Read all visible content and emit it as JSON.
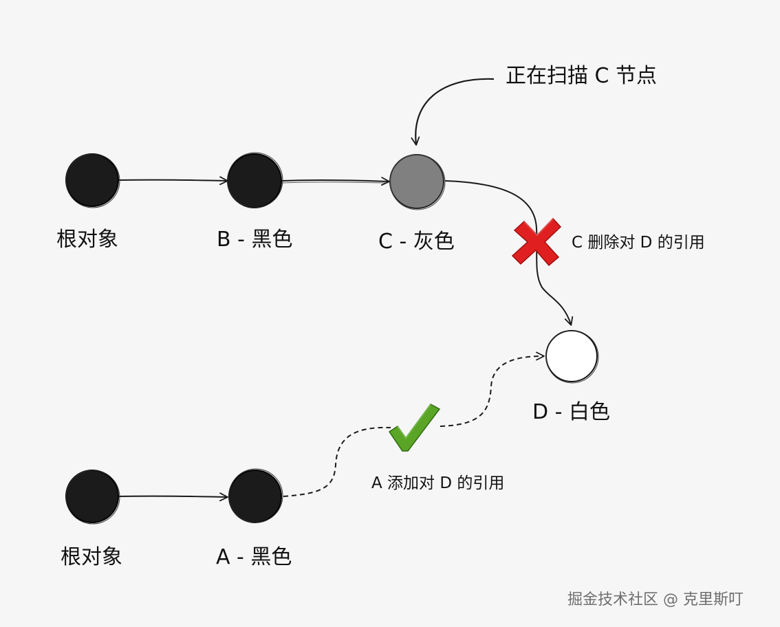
{
  "diagram": {
    "nodes": {
      "root1": {
        "label": "根对象",
        "color": "#1b1b1b"
      },
      "b": {
        "label": "B - 黑色",
        "color": "#1b1b1b"
      },
      "c": {
        "label": "C - 灰色",
        "color": "#808080"
      },
      "d": {
        "label": "D - 白色",
        "color": "#ffffff"
      },
      "root2": {
        "label": "根对象",
        "color": "#1b1b1b"
      },
      "a": {
        "label": "A - 黑色",
        "color": "#1b1b1b"
      }
    },
    "annotations": {
      "scanning": "正在扫描 C 节点",
      "c_delete": "C 删除对 D 的引用",
      "a_add": "A 添加对 D 的引用"
    },
    "colors": {
      "cross": "#e02020",
      "check": "#5aa525",
      "stroke": "#1a1a1a"
    }
  },
  "watermark": "掘金技术社区 @ 克里斯叮"
}
